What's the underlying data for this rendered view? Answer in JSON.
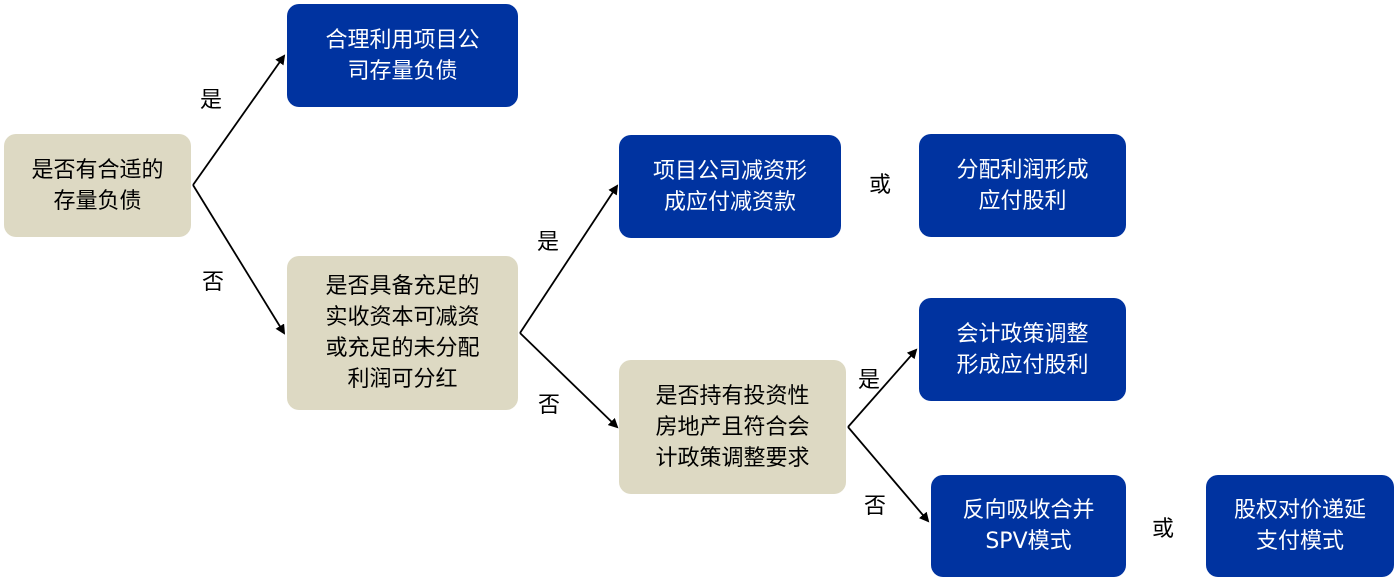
{
  "colors": {
    "decision_fill": "#ddd9c3",
    "outcome_fill": "#0033a0",
    "outcome_text": "#ffffff",
    "arrow": "#000000"
  },
  "nodes": {
    "q1": {
      "lines": [
        "是否有合适的",
        "存量负债"
      ]
    },
    "q2": {
      "lines": [
        "是否具备充足的",
        "实收资本可减资",
        "或充足的未分配",
        "利润可分红"
      ]
    },
    "q3": {
      "lines": [
        "是否持有投资性",
        "房地产且符合会",
        "计政策调整要求"
      ]
    },
    "r1": {
      "lines": [
        "合理利用项目公",
        "司存量负债"
      ]
    },
    "r2": {
      "lines": [
        "项目公司减资形",
        "成应付减资款"
      ]
    },
    "r3": {
      "lines": [
        "分配利润形成",
        "应付股利"
      ]
    },
    "r4": {
      "lines": [
        "会计政策调整",
        "形成应付股利"
      ]
    },
    "r5": {
      "lines": [
        "反向吸收合并",
        "SPV模式"
      ]
    },
    "r6": {
      "lines": [
        "股权对价递延",
        "支付模式"
      ]
    }
  },
  "edge_labels": {
    "q1_yes": "是",
    "q1_no": "否",
    "q2_yes": "是",
    "q2_no": "否",
    "q3_yes": "是",
    "q3_no": "否",
    "or_1": "或",
    "or_2": "或"
  }
}
